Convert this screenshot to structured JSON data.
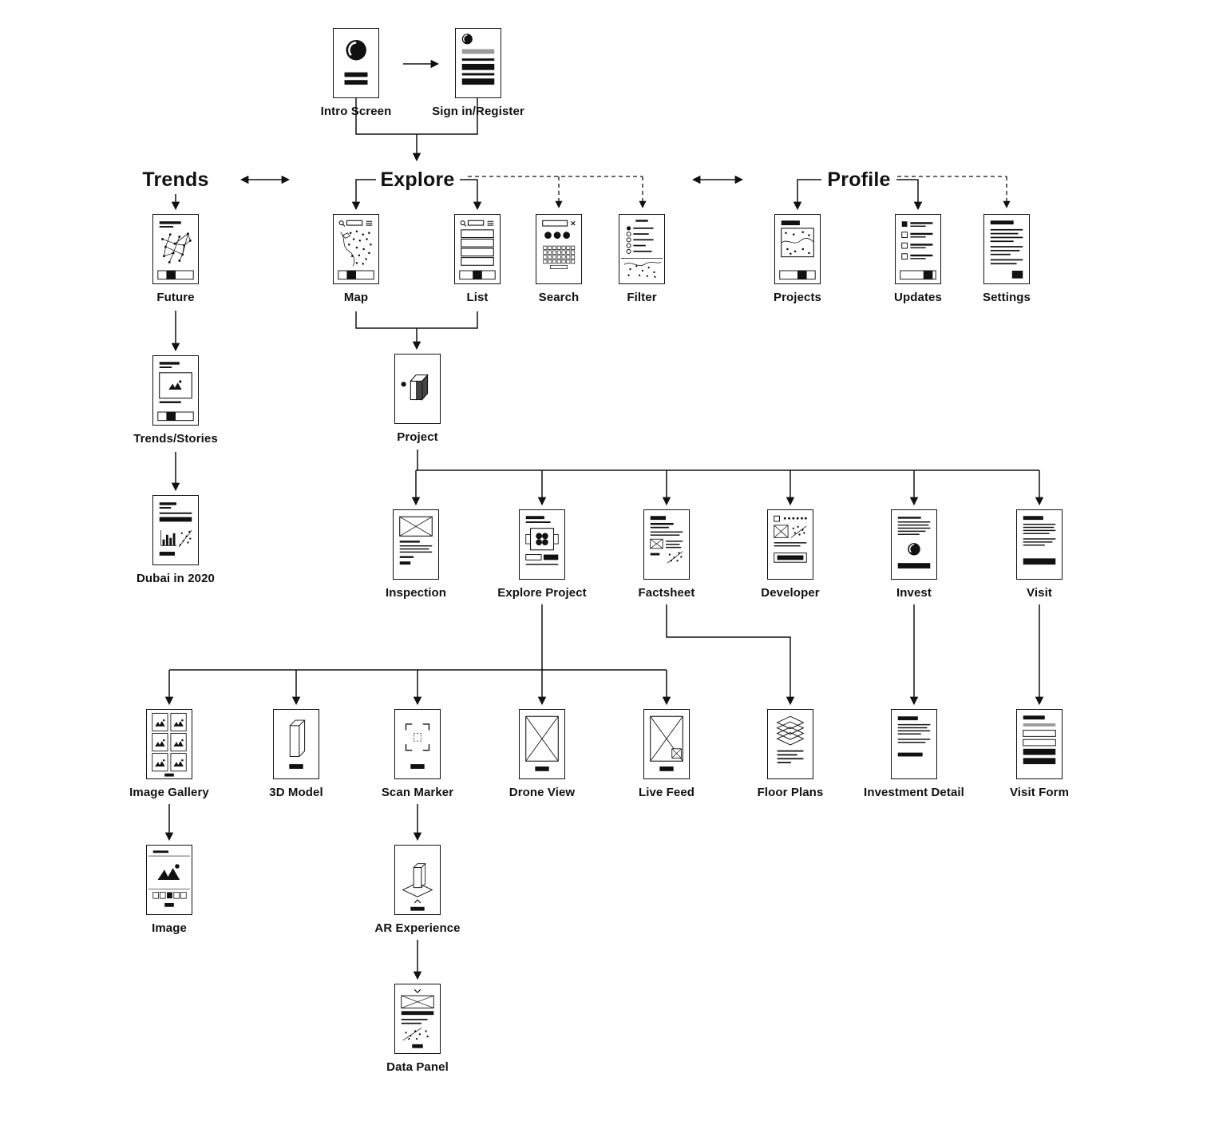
{
  "diagram": {
    "type": "app-flow-sitemap",
    "colors": {
      "ink": "#111111",
      "gray": "#9a9a9a",
      "background": "#ffffff"
    },
    "sections": {
      "trends": {
        "label": "Trends"
      },
      "explore": {
        "label": "Explore"
      },
      "profile": {
        "label": "Profile"
      }
    },
    "screens": {
      "intro": {
        "label": "Intro Screen"
      },
      "signin": {
        "label": "Sign in/Register"
      },
      "future": {
        "label": "Future"
      },
      "map": {
        "label": "Map"
      },
      "list": {
        "label": "List"
      },
      "search": {
        "label": "Search"
      },
      "filter": {
        "label": "Filter"
      },
      "projects": {
        "label": "Projects"
      },
      "updates": {
        "label": "Updates"
      },
      "settings": {
        "label": "Settings"
      },
      "stories": {
        "label": "Trends/Stories"
      },
      "dubai": {
        "label": "Dubai in 2020"
      },
      "project": {
        "label": "Project"
      },
      "inspection": {
        "label": "Inspection"
      },
      "explore_project": {
        "label": "Explore Project"
      },
      "factsheet": {
        "label": "Factsheet"
      },
      "developer": {
        "label": "Developer"
      },
      "invest": {
        "label": "Invest"
      },
      "visit": {
        "label": "Visit"
      },
      "image_gallery": {
        "label": "Image Gallery"
      },
      "model_3d": {
        "label": "3D Model"
      },
      "scan_marker": {
        "label": "Scan Marker"
      },
      "drone_view": {
        "label": "Drone View"
      },
      "live_feed": {
        "label": "Live Feed"
      },
      "floor_plans": {
        "label": "Floor Plans"
      },
      "investment_detail": {
        "label": "Investment Detail"
      },
      "visit_form": {
        "label": "Visit Form"
      },
      "image": {
        "label": "Image"
      },
      "ar_experience": {
        "label": "AR Experience"
      },
      "data_panel": {
        "label": "Data Panel"
      }
    },
    "connections": [
      {
        "from": "Intro Screen",
        "to": "Sign in/Register",
        "style": "solid"
      },
      {
        "from": "Sign in/Register",
        "to": "Explore",
        "style": "solid"
      },
      {
        "from": "Trends",
        "to": "Explore",
        "style": "double-arrow"
      },
      {
        "from": "Explore",
        "to": "Profile",
        "style": "double-arrow"
      },
      {
        "from": "Trends",
        "to": "Future",
        "style": "solid"
      },
      {
        "from": "Explore",
        "to": "Map",
        "style": "solid"
      },
      {
        "from": "Explore",
        "to": "List",
        "style": "solid"
      },
      {
        "from": "Explore",
        "to": "Search",
        "style": "dashed"
      },
      {
        "from": "Explore",
        "to": "Filter",
        "style": "dashed"
      },
      {
        "from": "Profile",
        "to": "Projects",
        "style": "solid"
      },
      {
        "from": "Profile",
        "to": "Updates",
        "style": "solid"
      },
      {
        "from": "Profile",
        "to": "Settings",
        "style": "dashed"
      },
      {
        "from": "Future",
        "to": "Trends/Stories",
        "style": "solid"
      },
      {
        "from": "Trends/Stories",
        "to": "Dubai in 2020",
        "style": "solid"
      },
      {
        "from": "Map",
        "to": "Project",
        "style": "solid"
      },
      {
        "from": "List",
        "to": "Project",
        "style": "solid"
      },
      {
        "from": "Project",
        "to": "Inspection",
        "style": "solid"
      },
      {
        "from": "Project",
        "to": "Explore Project",
        "style": "solid"
      },
      {
        "from": "Project",
        "to": "Factsheet",
        "style": "solid"
      },
      {
        "from": "Project",
        "to": "Developer",
        "style": "solid"
      },
      {
        "from": "Project",
        "to": "Invest",
        "style": "solid"
      },
      {
        "from": "Project",
        "to": "Visit",
        "style": "solid"
      },
      {
        "from": "Explore Project",
        "to": "Image Gallery",
        "style": "solid"
      },
      {
        "from": "Explore Project",
        "to": "3D Model",
        "style": "solid"
      },
      {
        "from": "Explore Project",
        "to": "Scan Marker",
        "style": "solid"
      },
      {
        "from": "Explore Project",
        "to": "Drone View",
        "style": "solid"
      },
      {
        "from": "Explore Project",
        "to": "Live Feed",
        "style": "solid"
      },
      {
        "from": "Factsheet",
        "to": "Floor Plans",
        "style": "solid"
      },
      {
        "from": "Invest",
        "to": "Investment Detail",
        "style": "solid"
      },
      {
        "from": "Visit",
        "to": "Visit Form",
        "style": "solid"
      },
      {
        "from": "Image Gallery",
        "to": "Image",
        "style": "solid"
      },
      {
        "from": "Scan Marker",
        "to": "AR Experience",
        "style": "solid"
      },
      {
        "from": "AR Experience",
        "to": "Data Panel",
        "style": "solid"
      }
    ]
  }
}
